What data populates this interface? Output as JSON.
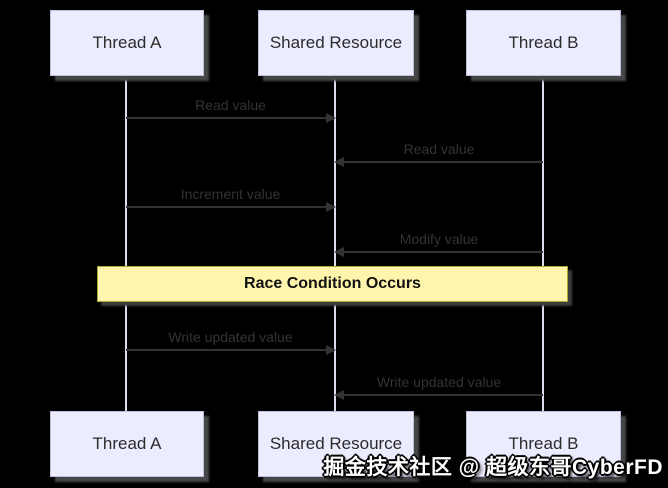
{
  "diagram": {
    "type": "sequence",
    "actors": [
      {
        "label": "Thread A"
      },
      {
        "label": "Shared Resource"
      },
      {
        "label": "Thread B"
      }
    ],
    "messages": [
      {
        "from": "Thread A",
        "to": "Shared Resource",
        "label": "Read value"
      },
      {
        "from": "Thread B",
        "to": "Shared Resource",
        "label": "Read value"
      },
      {
        "from": "Thread A",
        "to": "Shared Resource",
        "label": "Increment value"
      },
      {
        "from": "Thread B",
        "to": "Shared Resource",
        "label": "Modify value"
      },
      {
        "from": "Thread A",
        "to": "Shared Resource",
        "label": "Write updated value"
      },
      {
        "from": "Thread B",
        "to": "Shared Resource",
        "label": "Write updated value"
      }
    ],
    "note": {
      "label": "Race Condition Occurs"
    },
    "colors": {
      "background": "#000000",
      "actor_fill": "#ececff",
      "actor_border": "#bfbfdf",
      "lifeline": "#dcdcec",
      "message": "#333333",
      "note_fill": "#fff5ad",
      "note_border": "#aaaa33"
    }
  },
  "watermark": {
    "text": "掘金技术社区 @ 超级东哥CyberFD"
  }
}
